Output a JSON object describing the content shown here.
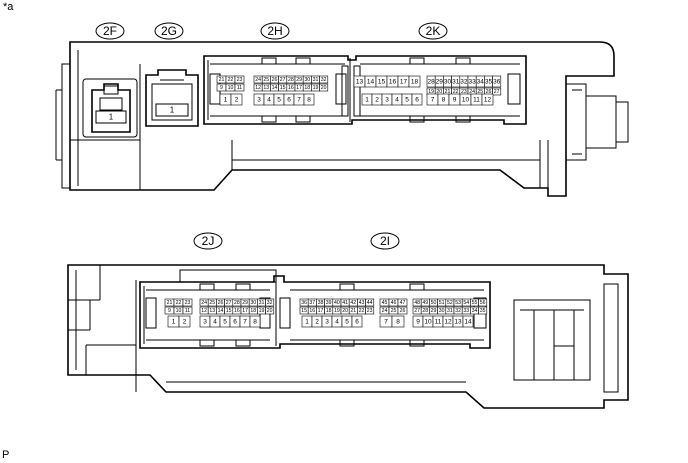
{
  "figure": {
    "corner_mark": "*a",
    "footer_mark": "P"
  },
  "connectors": {
    "c2F": {
      "label": "2F",
      "pins": [
        "1"
      ]
    },
    "c2G": {
      "label": "2G",
      "pins": [
        "1"
      ]
    },
    "c2H": {
      "label": "2H",
      "rows": [
        [
          "21",
          "22",
          "23",
          "24",
          "25",
          "26",
          "27",
          "28",
          "29",
          "30",
          "31",
          "32"
        ],
        [
          "9",
          "10",
          "11",
          "12",
          "13",
          "14",
          "15",
          "16",
          "17",
          "18",
          "19",
          "20"
        ],
        [
          "1",
          "2",
          "3",
          "4",
          "5",
          "6",
          "7",
          "8"
        ]
      ]
    },
    "c2K": {
      "label": "2K",
      "rows": [
        [
          "13",
          "14",
          "15",
          "16",
          "17",
          "18",
          "28",
          "29",
          "30",
          "31",
          "32",
          "33",
          "34",
          "35",
          "36"
        ],
        [
          "19",
          "20",
          "21",
          "22",
          "23",
          "24",
          "25",
          "26",
          "27"
        ],
        [
          "1",
          "2",
          "3",
          "4",
          "5",
          "6",
          "7",
          "8",
          "9",
          "10",
          "11",
          "12"
        ]
      ]
    },
    "c2J": {
      "label": "2J",
      "rows": [
        [
          "21",
          "22",
          "23",
          "24",
          "25",
          "26",
          "27",
          "28",
          "29",
          "30",
          "31",
          "32"
        ],
        [
          "9",
          "10",
          "11",
          "12",
          "13",
          "14",
          "15",
          "16",
          "17",
          "18",
          "19",
          "20"
        ],
        [
          "1",
          "2",
          "3",
          "4",
          "5",
          "6",
          "7",
          "8"
        ]
      ]
    },
    "c2I": {
      "label": "2I",
      "rows": [
        [
          "36",
          "37",
          "38",
          "39",
          "40",
          "41",
          "42",
          "43",
          "44",
          "45",
          "46",
          "47",
          "48",
          "49",
          "50",
          "51",
          "52",
          "53",
          "54",
          "55",
          "56"
        ],
        [
          "15",
          "16",
          "17",
          "18",
          "19",
          "20",
          "21",
          "22",
          "23",
          "24",
          "25",
          "26",
          "27",
          "28",
          "29",
          "30",
          "31",
          "32",
          "33",
          "34",
          "35"
        ],
        [
          "1",
          "2",
          "3",
          "4",
          "5",
          "6",
          "7",
          "8",
          "9",
          "10",
          "11",
          "12",
          "13",
          "14"
        ]
      ]
    }
  }
}
